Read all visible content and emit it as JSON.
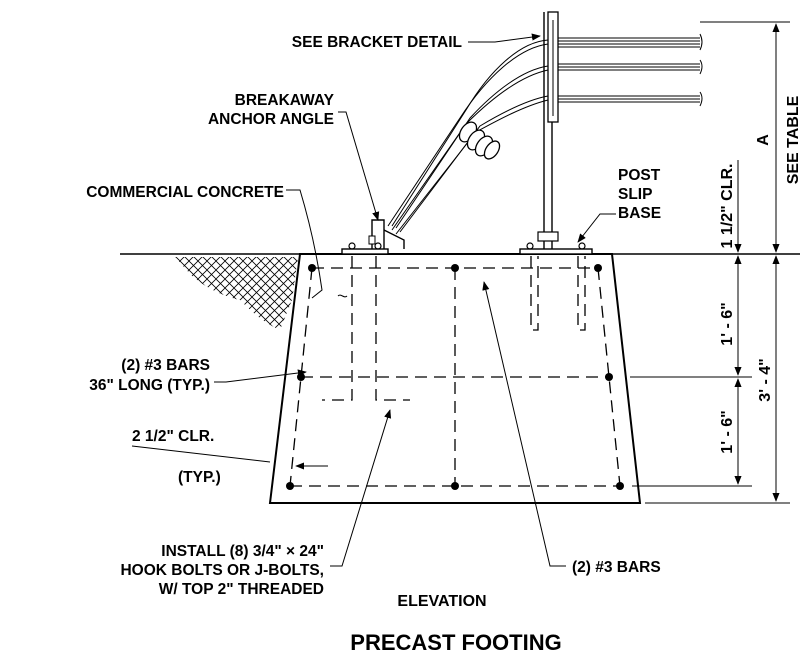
{
  "title": "PRECAST FOOTING",
  "view_label": "ELEVATION",
  "callouts": {
    "bracket": "SEE BRACKET DETAIL",
    "breakaway_1": "BREAKAWAY",
    "breakaway_2": "ANCHOR ANGLE",
    "concrete": "COMMERCIAL CONCRETE",
    "slip_1": "POST",
    "slip_2": "SLIP",
    "slip_3": "BASE",
    "bars_left_1": "(2) #3 BARS",
    "bars_left_2": "36\" LONG (TYP.)",
    "clr_1": "2 1/2\" CLR.",
    "clr_2": "(TYP.)",
    "bolts_1": "INSTALL (8) 3/4\" × 24\"",
    "bolts_2": "HOOK BOLTS OR J-BOLTS,",
    "bolts_3": "W/ TOP 2\" THREADED",
    "bars_bottom": "(2) #3 BARS"
  },
  "dimensions": {
    "top_clear": "1 1/2\" CLR.",
    "a": "A",
    "see_table": "SEE TABLE",
    "upper_half": "1' - 6\"",
    "lower_half": "1' - 6\"",
    "total_depth": "3' - 4\""
  }
}
